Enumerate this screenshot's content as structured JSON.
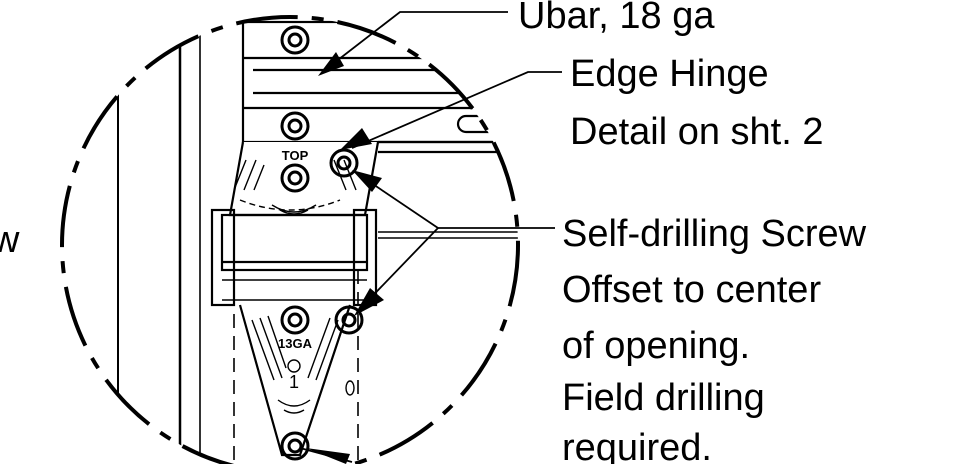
{
  "callouts": {
    "ubar": "Ubar, 18 ga",
    "edge_hinge_line1": "Edge Hinge",
    "edge_hinge_line2": "Detail on sht. 2",
    "screw_line1": "Self-drilling Screw",
    "screw_line2": "Offset to center",
    "screw_line3": "of opening.",
    "screw_line4": "Field drilling",
    "screw_line5": "required.",
    "left_edge_fragment": "w"
  },
  "stamps": {
    "top": "TOP",
    "gauge": "13GA",
    "number": "1"
  },
  "colors": {
    "ink": "#000000",
    "paper": "#ffffff"
  }
}
